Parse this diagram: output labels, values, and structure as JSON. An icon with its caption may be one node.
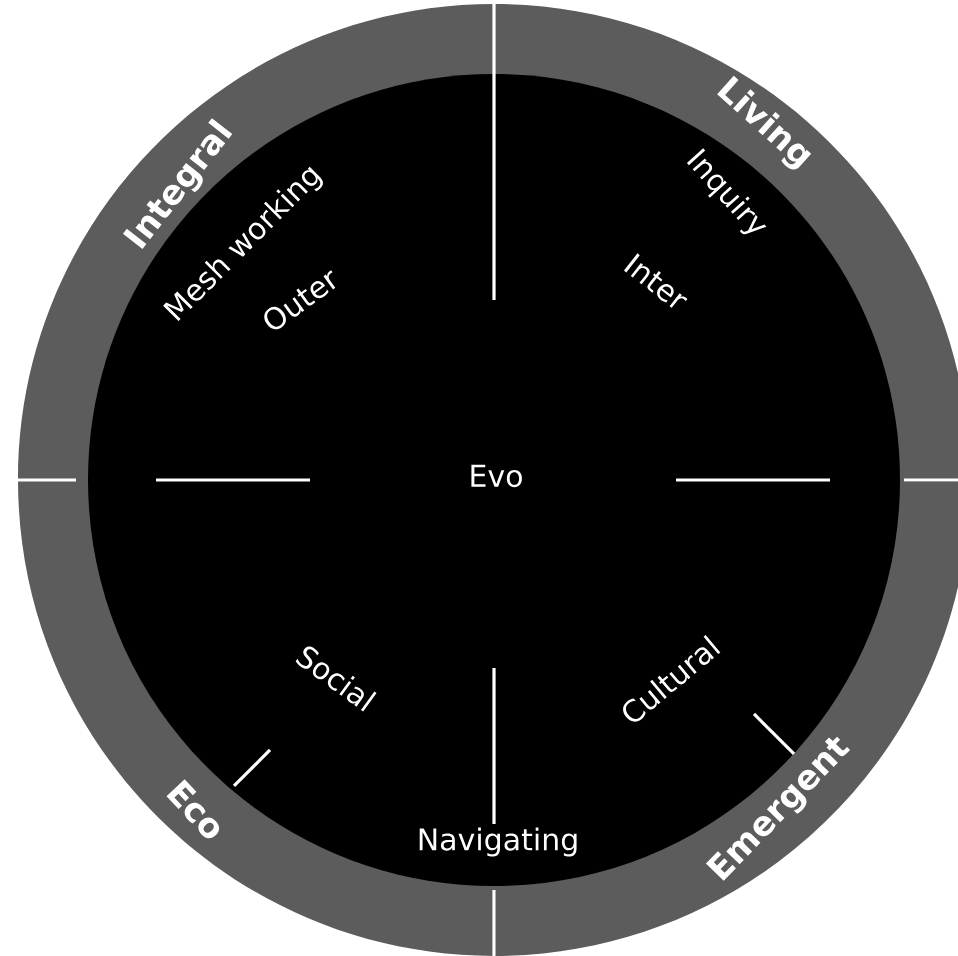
{
  "diagram": {
    "labels": [
      "Integral",
      "Living",
      "Mesh working",
      "Inquiry",
      "Outer",
      "Inter",
      "Evo",
      "Social",
      "Cultural",
      "Eco",
      "Navigating",
      "Emergent"
    ]
  }
}
